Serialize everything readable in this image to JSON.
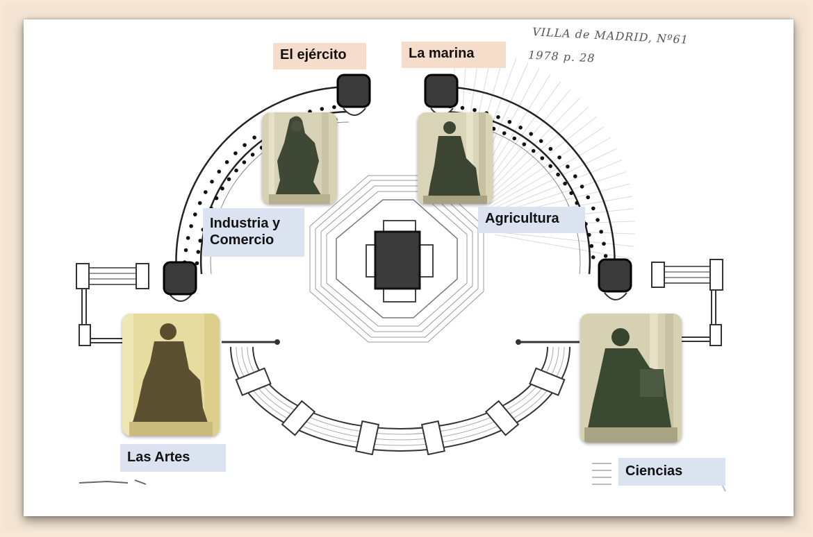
{
  "annotation": {
    "line1": "VILLA de MADRID, Nº61",
    "line2": "1978 p. 28"
  },
  "labels": {
    "ejercito": "El ejército",
    "marina": "La marina",
    "industria_line1": "Industria y",
    "industria_line2": "Comercio",
    "agricultura": "Agricultura",
    "artes": "Las Artes",
    "ciencias": "Ciencias"
  },
  "colors": {
    "peach_label": "#f6dccb",
    "blue_label": "#dbe3f1",
    "bronze": "#3d4a36",
    "pier": "#3a3a3a"
  },
  "icons": {
    "statue": "seated-statue-icon"
  }
}
